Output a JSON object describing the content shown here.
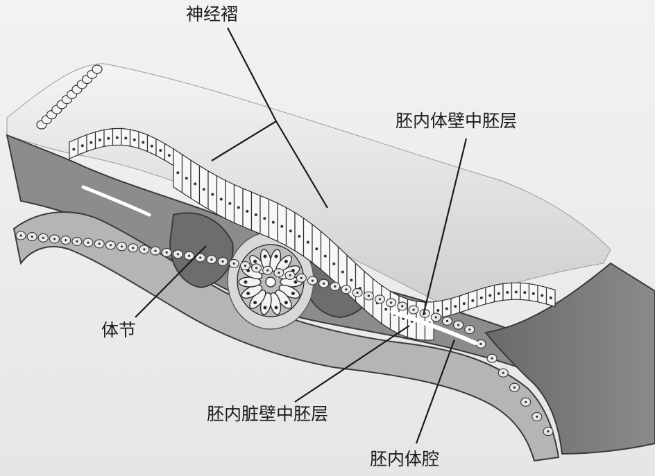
{
  "labels": {
    "neural_fold": "神经褶",
    "somatic_mesoderm": "胚内体壁中胚层",
    "somite": "体节",
    "splanchnic_mesoderm": "胚内脏壁中胚层",
    "coelom": "胚内体腔"
  }
}
